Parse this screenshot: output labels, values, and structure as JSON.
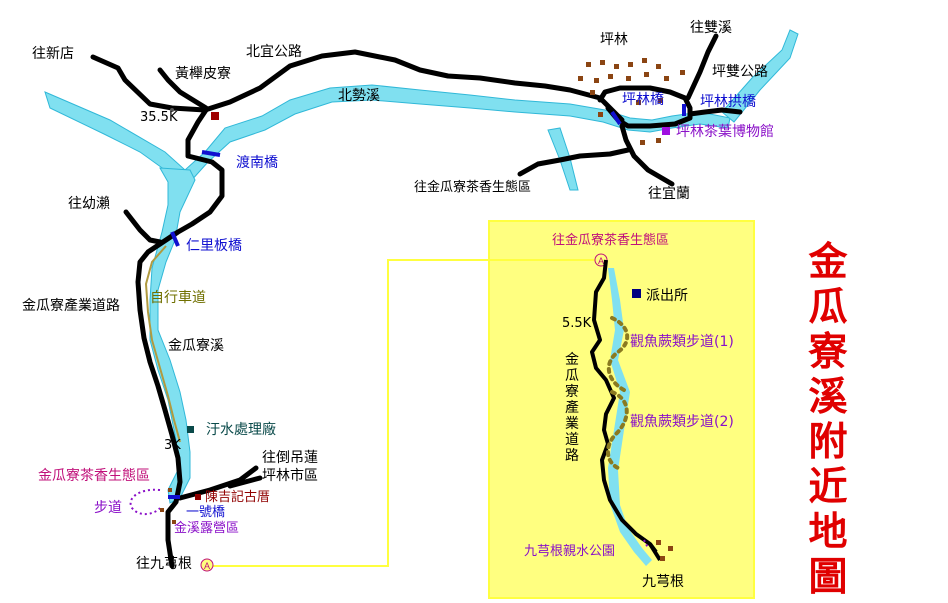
{
  "title": "金瓜寮溪附近地圖",
  "colors": {
    "road": "#000000",
    "river": "#80e0f0",
    "river_edge": "#30b8d8",
    "inset_bg": "#ffff80",
    "inset_border": "#ffff40",
    "title": "#e00000",
    "trail_dots": "#8a7a20",
    "bridge": "#1010d0"
  },
  "main_map": {
    "roads": {
      "to_xindian": "往新店",
      "beiyi_road": "北宜公路",
      "to_youlai": "往幼瀨",
      "jinguaaliao_road": "金瓜寮產業道路",
      "to_jiuqionggen": "往九芎根",
      "to_daodiao": "往倒吊蓮",
      "pinglin_market": "坪林市區",
      "to_yilan": "往宜蘭",
      "to_shuangxi": "往雙溪",
      "pingshuang_road": "坪雙公路",
      "to_eco_area": "往金瓜寮茶香生態區"
    },
    "places": {
      "huangjupiliao": "黃櫸皮寮",
      "pinglin": "坪林",
      "tea_museum": "坪林茶葉博物館",
      "sewage_plant": "汙水處理廠",
      "eco_area": "金瓜寮茶香生態區",
      "chenji_house": "陳吉記古厝",
      "camp": "金溪露營區",
      "trail": "步道"
    },
    "rivers": {
      "beishi": "北勢溪",
      "jinguaaliao": "金瓜寮溪"
    },
    "bridges": {
      "dunan": "渡南橋",
      "renliban": "仁里板橋",
      "pinglin": "坪林橋",
      "pinglin_arch": "坪林拱橋",
      "no1": "一號橋"
    },
    "bike_path": "自行車道",
    "km_marks": {
      "k355": "35.5K",
      "k3": "3K"
    },
    "marker": "A"
  },
  "inset": {
    "top_label": "往金瓜寮茶香生態區",
    "marker": "A",
    "police": "派出所",
    "k55": "5.5K",
    "road_name": "金瓜寮產業道路",
    "trail1": "觀魚蕨類步道(1)",
    "trail2": "觀魚蕨類步道(2)",
    "park": "九芎根親水公園",
    "bottom": "九芎根"
  }
}
